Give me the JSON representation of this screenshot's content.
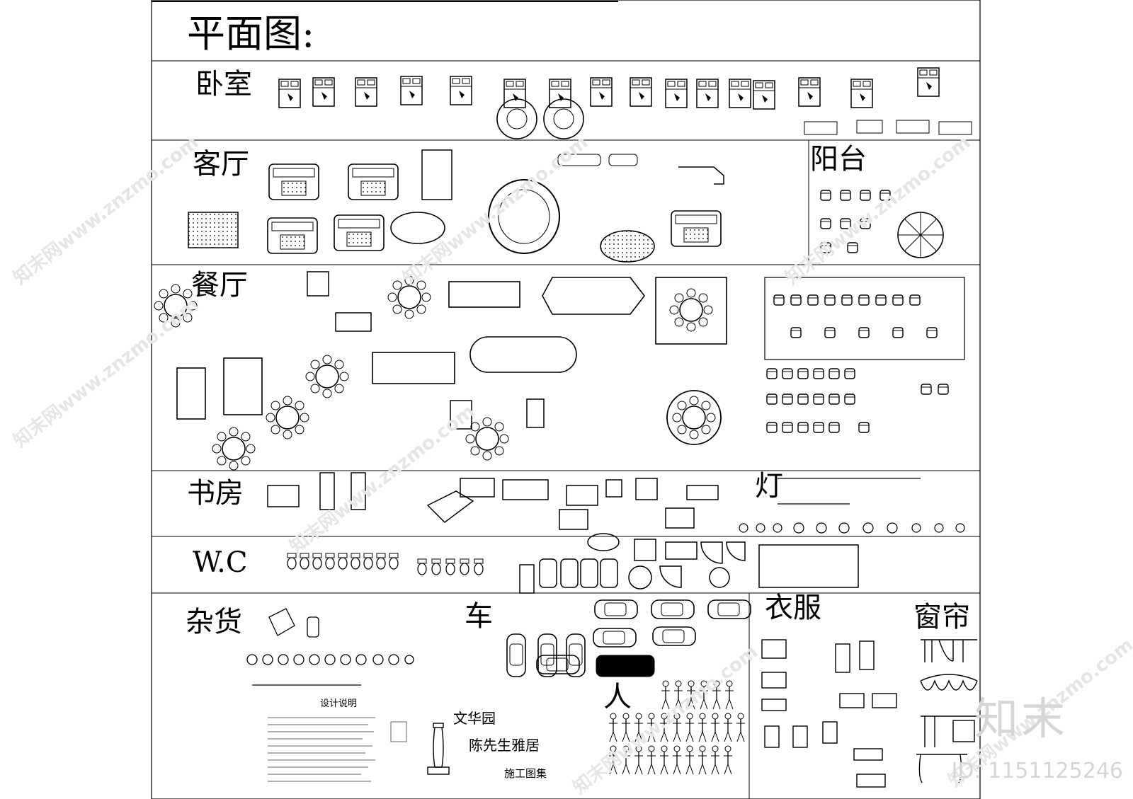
{
  "sheet": {
    "title": "平面图:",
    "sections": {
      "bedroom": "卧室",
      "living": "客厅",
      "balcony": "阳台",
      "dining": "餐厅",
      "study": "书房",
      "lamp": "灯",
      "wc": "W.C",
      "misc": "杂货",
      "car": "车",
      "clothes": "衣服",
      "curtain": "窗帘",
      "people": "人"
    }
  },
  "notes": {
    "design_title": "设计说明",
    "project_name": "文华园",
    "client": "陈先生雅居",
    "set_name": "施工图集"
  },
  "watermark": {
    "site": "知末网www.znzmo.com",
    "logo": "知末",
    "id_label": "ID: 1151125246"
  }
}
